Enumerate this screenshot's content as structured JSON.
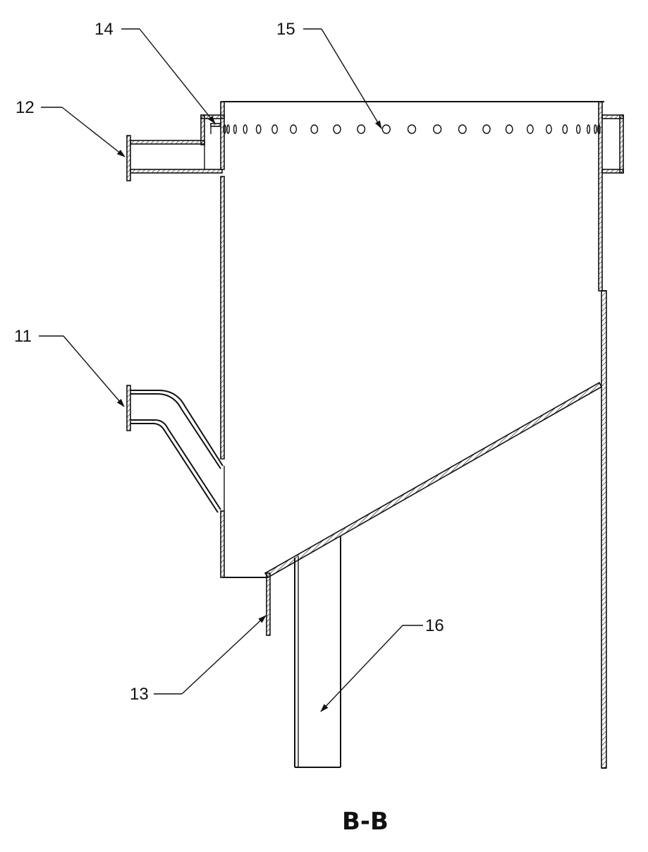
{
  "view": {
    "section_title": "B-B"
  },
  "callouts": [
    {
      "id": "12",
      "label": "12"
    },
    {
      "id": "14",
      "label": "14"
    },
    {
      "id": "15",
      "label": "15"
    },
    {
      "id": "11",
      "label": "11"
    },
    {
      "id": "16",
      "label": "16"
    },
    {
      "id": "13",
      "label": "13"
    }
  ],
  "colors": {
    "line": "#111111",
    "background": "#ffffff"
  }
}
